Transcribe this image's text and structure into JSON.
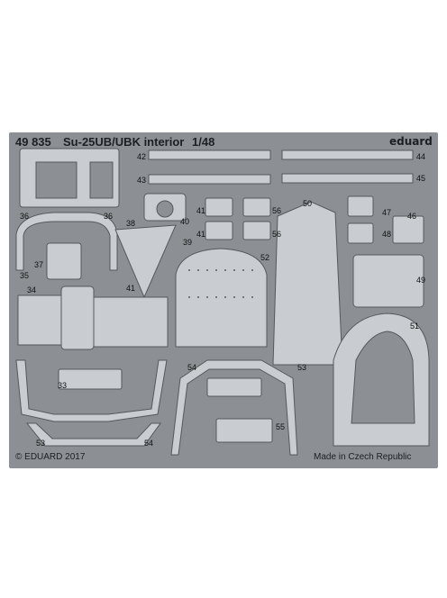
{
  "header": {
    "code": "49 835",
    "title": "Su-25UB/UBK interior",
    "scale": "1/48",
    "brand": "eduard"
  },
  "footer": {
    "copyright": "© EDUARD 2017",
    "origin": "Made in Czech Republic"
  },
  "part_numbers": [
    "33",
    "34",
    "35",
    "36",
    "36",
    "37",
    "38",
    "39",
    "40",
    "41",
    "41",
    "41",
    "42",
    "43",
    "44",
    "45",
    "46",
    "47",
    "48",
    "49",
    "50",
    "51",
    "52",
    "53",
    "53",
    "54",
    "54",
    "55",
    "56",
    "56"
  ],
  "colors": {
    "fret": "#8c9094",
    "part_fill": "#c9ccd0",
    "part_stroke": "#55585c",
    "text": "#1d1f22"
  }
}
